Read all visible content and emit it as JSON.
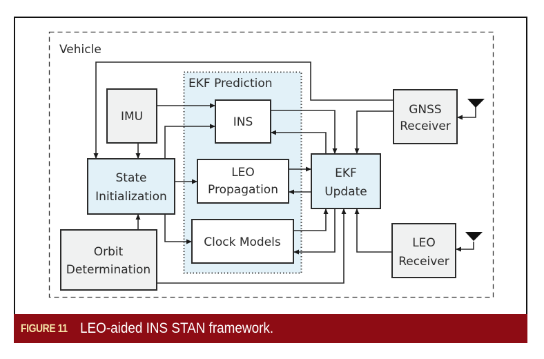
{
  "figure": {
    "caption_label": "FIGURE 11",
    "caption_text": "LEO-aided INS STAN framework.",
    "colors": {
      "caption_bg": "#8e0c14",
      "caption_label": "#f6e3a6",
      "prediction_fill": "#e2f1f8",
      "hardware_fill": "#f0f1f1",
      "filter_fill": "#e2f1f8"
    }
  },
  "regions": {
    "vehicle": "Vehicle",
    "ekf_prediction": "EKF Prediction"
  },
  "blocks": {
    "imu": [
      "IMU"
    ],
    "state_init": [
      "State",
      "Initialization"
    ],
    "orbit_det": [
      "Orbit",
      "Determination"
    ],
    "ins": [
      "INS"
    ],
    "leo_prop": [
      "LEO",
      "Propagation"
    ],
    "clock": [
      "Clock Models"
    ],
    "ekf_update": [
      "EKF",
      "Update"
    ],
    "gnss_rx": [
      "GNSS",
      "Receiver"
    ],
    "leo_rx": [
      "LEO",
      "Receiver"
    ]
  },
  "connections": [
    {
      "from": "IMU",
      "to": "INS"
    },
    {
      "from": "IMU",
      "to": "State Initialization"
    },
    {
      "from": "State Initialization",
      "to": "INS"
    },
    {
      "from": "State Initialization",
      "to": "LEO Propagation"
    },
    {
      "from": "State Initialization",
      "to": "Clock Models"
    },
    {
      "from": "Orbit Determination",
      "to": "State Initialization"
    },
    {
      "from": "Orbit Determination",
      "to": "EKF Update"
    },
    {
      "from": "INS",
      "to": "EKF Update"
    },
    {
      "from": "EKF Update",
      "to": "INS"
    },
    {
      "from": "LEO Propagation",
      "to": "EKF Update"
    },
    {
      "from": "EKF Update",
      "to": "LEO Propagation"
    },
    {
      "from": "Clock Models",
      "to": "EKF Update"
    },
    {
      "from": "EKF Update",
      "to": "Clock Models"
    },
    {
      "from": "GNSS Receiver",
      "to": "State Initialization"
    },
    {
      "from": "GNSS Receiver",
      "to": "EKF Update"
    },
    {
      "from": "LEO Receiver",
      "to": "EKF Update"
    },
    {
      "from": "GNSS antenna",
      "to": "GNSS Receiver"
    },
    {
      "from": "LEO antenna",
      "to": "LEO Receiver"
    }
  ]
}
